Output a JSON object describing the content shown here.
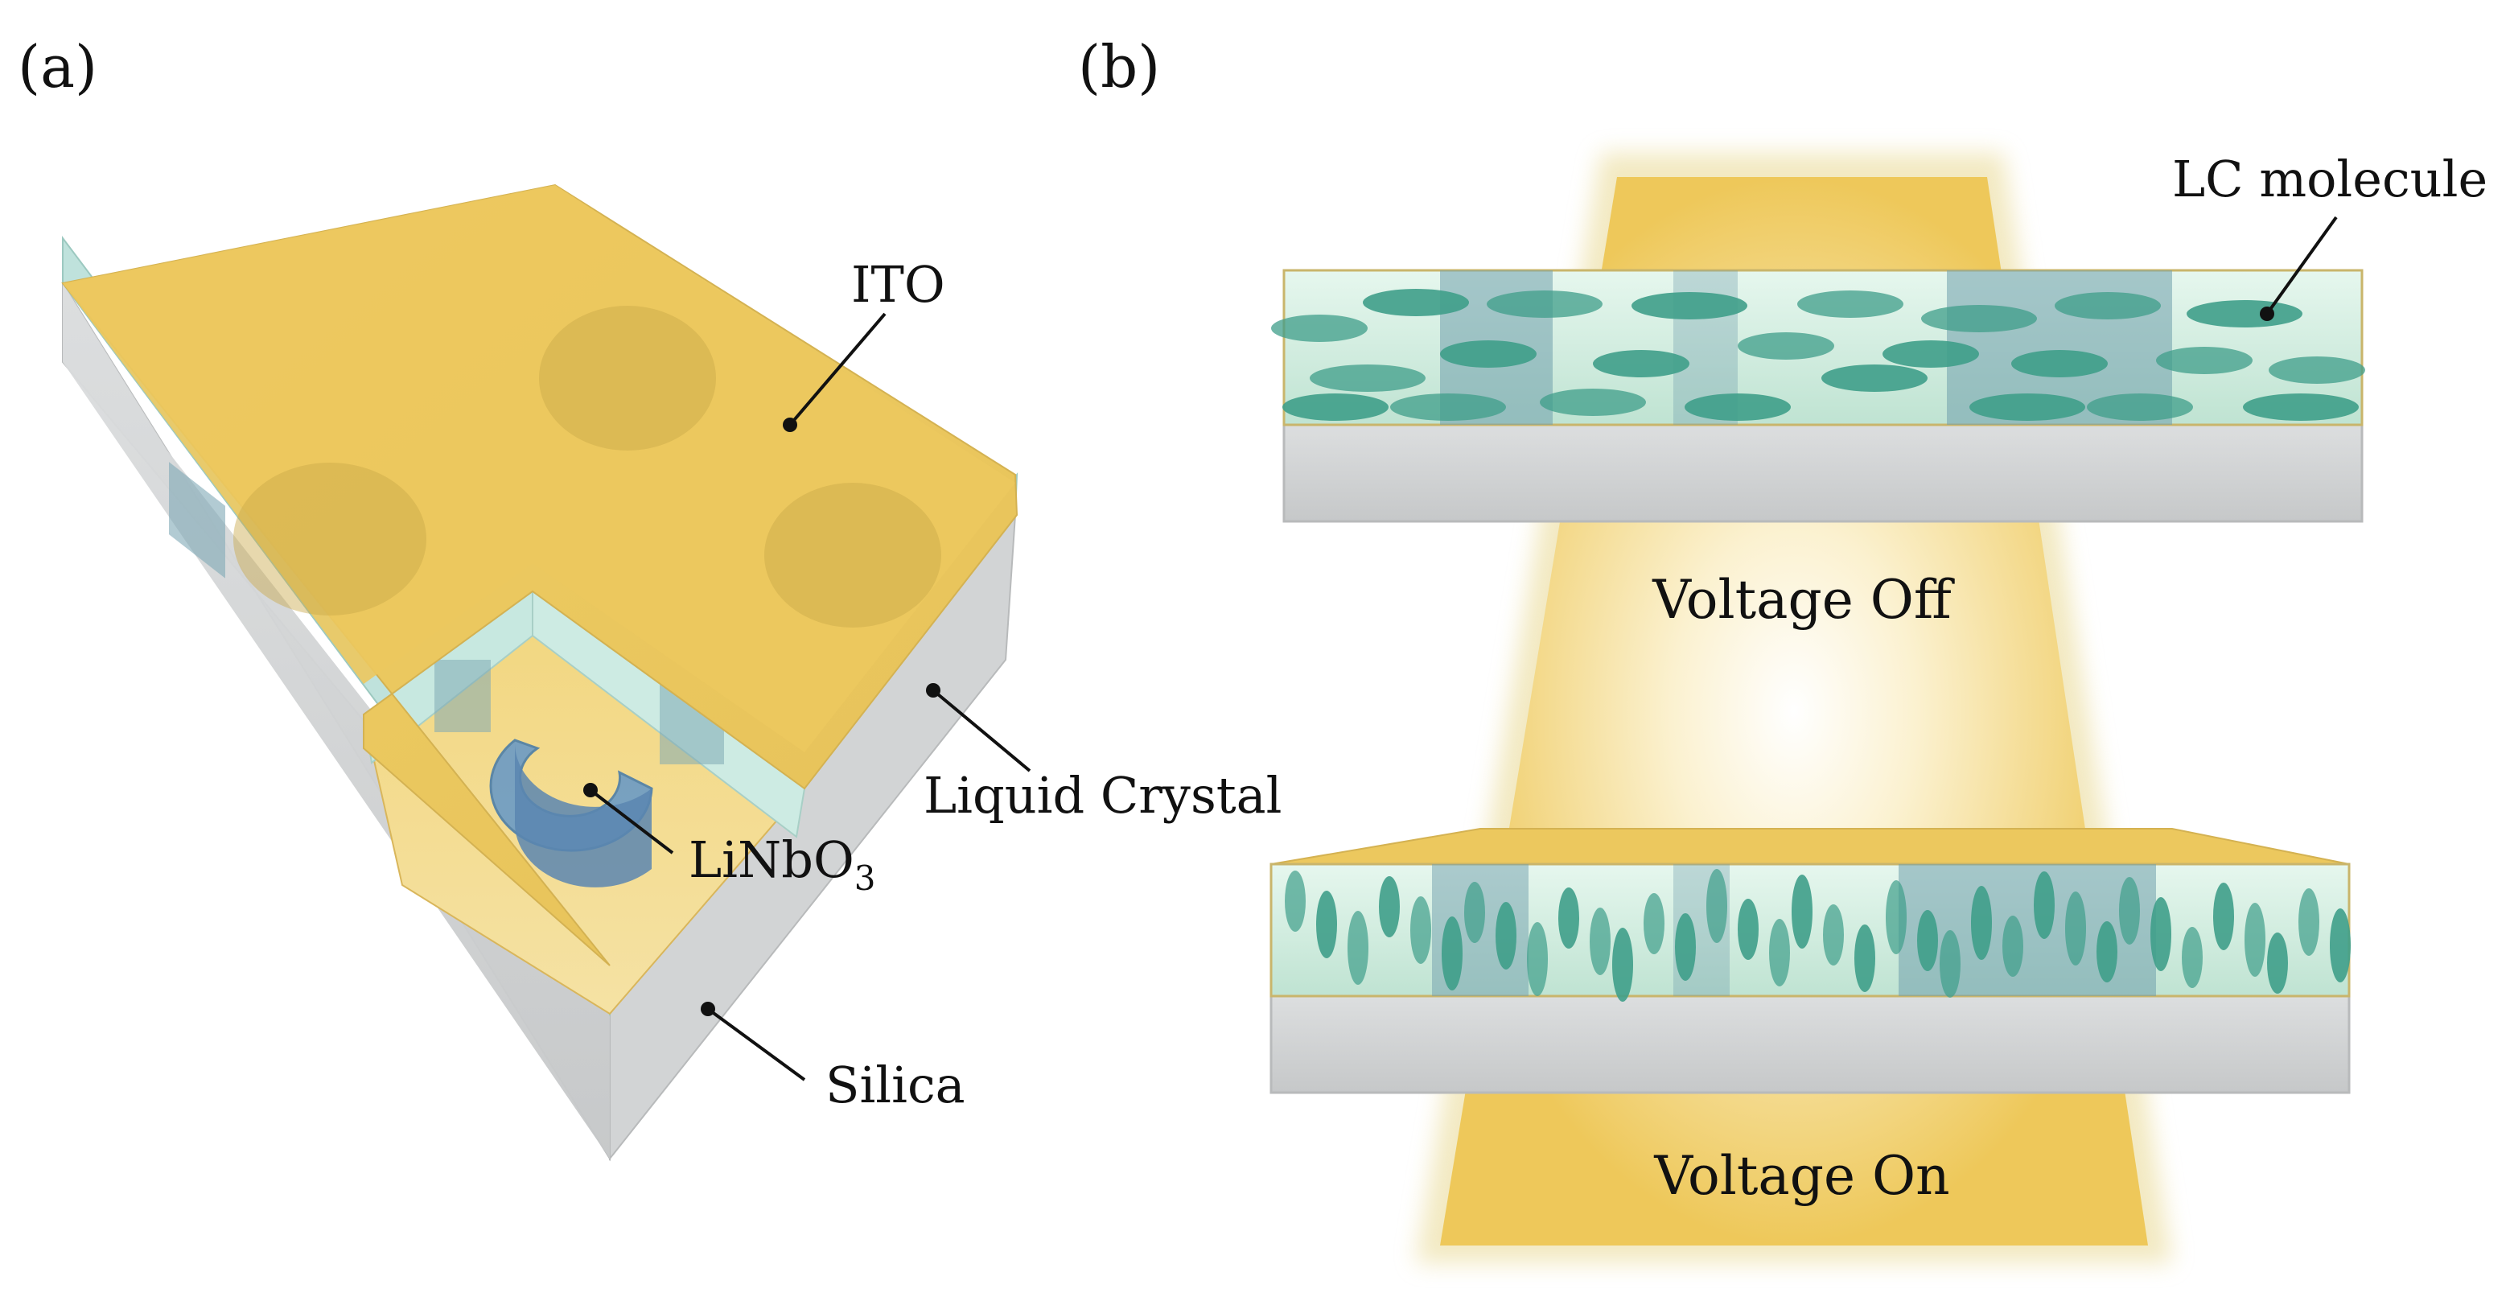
{
  "panel_a": {
    "panel_label": "(a)",
    "labels": {
      "ito": "ITO",
      "liquid_crystal": "Liquid Crystal",
      "linbo3_base": "LiNbO",
      "linbo3_subscript": "3",
      "silica": "Silica"
    }
  },
  "panel_b": {
    "panel_label": "(b)",
    "labels": {
      "lc_molecule": "LC molecule",
      "voltage_off": "Voltage Off",
      "voltage_on": "Voltage On"
    }
  },
  "colors": {
    "ito": "#ecc85e",
    "ito_dark": "#c9a94a",
    "silica": "#d1d3d4",
    "liquid_crystal": "#c9ead8",
    "lc_molecule": "#3f9e8a",
    "pillar": "#7fa9b5",
    "linbo3": "#6e9cc4",
    "beam": "#eec85a"
  }
}
